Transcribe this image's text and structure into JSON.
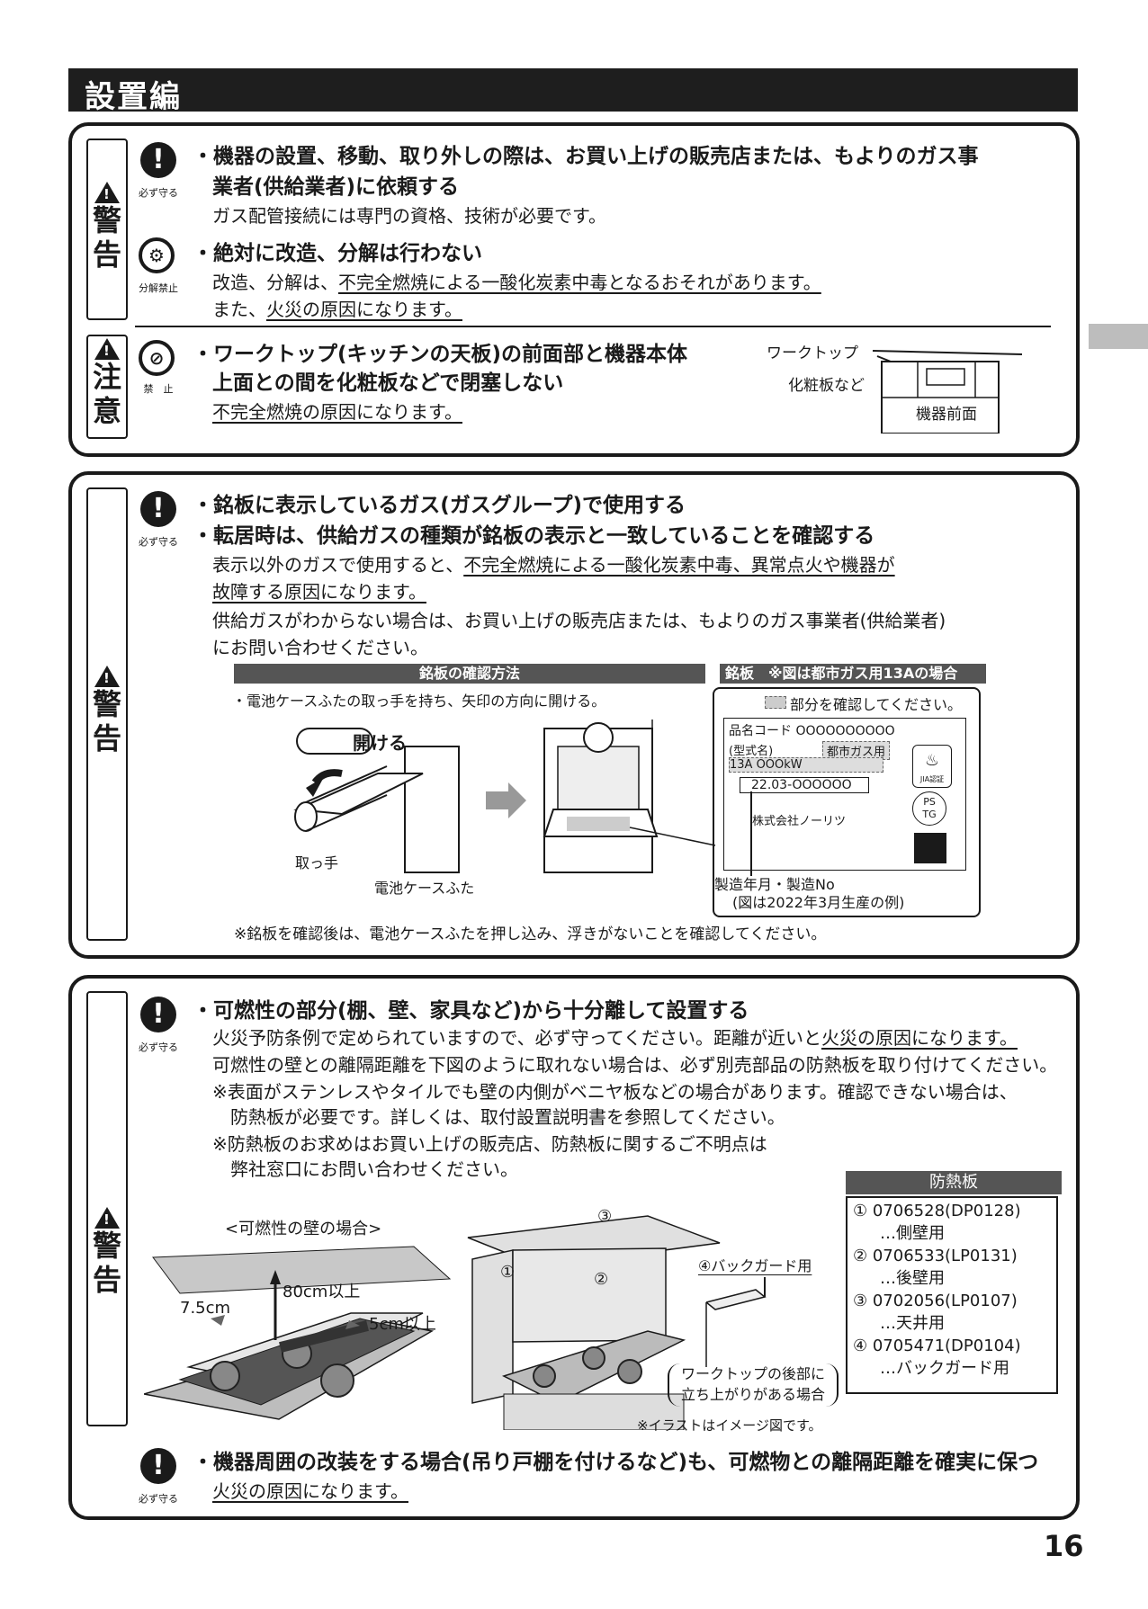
{
  "header": {
    "title": "設置編"
  },
  "page_number": "16",
  "box1": {
    "tag_warning": [
      "警",
      "告"
    ],
    "tag_caution": [
      "注",
      "意"
    ],
    "icon_must_label": "必ず守る",
    "icon_nodisassemble_label": "分解禁止",
    "icon_prohibit_label": "禁　止",
    "item1_title_l1": "・機器の設置、移動、取り外しの際は、お買い上げの販売店または、もよりのガス事",
    "item1_title_l2": "業者(供給業者)に依頼する",
    "item1_body": "ガス配管接続には専門の資格、技術が必要です。",
    "item2_title": "・絶対に改造、分解は行わない",
    "item2_body_l1_a": "改造、分解は、",
    "item2_body_l1_b": "不完全燃焼による一酸化炭素中毒となるおそれがあります。",
    "item2_body_l2_a": "また、",
    "item2_body_l2_b": "火災の原因になります。",
    "item3_title_l1": "・ワークトップ(キッチンの天板)の前面部と機器本体",
    "item3_title_l2": "上面との間を化粧板などで閉塞しない",
    "item3_body": "不完全燃焼の原因になります。",
    "fig_worktop": "ワークトップ",
    "fig_panel": "化粧板など",
    "fig_front": "機器前面"
  },
  "box2": {
    "tag": [
      "警",
      "告"
    ],
    "icon_label": "必ず守る",
    "title_l1": "・銘板に表示しているガス(ガスグループ)で使用する",
    "title_l2": "・転居時は、供給ガスの種類が銘板の表示と一致していることを確認する",
    "body_l1_a": "表示以外のガスで使用すると、",
    "body_l1_b": "不完全燃焼による一酸化炭素中毒、異常点火や機器が",
    "body_l2": "故障する原因になります。",
    "body_l3": "供給ガスがわからない場合は、お買い上げの販売店または、もよりのガス事業者(供給業者)",
    "body_l4": "にお問い合わせください。",
    "method_bar": "銘板の確認方法",
    "method_text": "・電池ケースふたの取っ手を持ち、矢印の方向に開ける。",
    "open_label": "開ける",
    "handle_label": "取っ手",
    "lid_label": "電池ケースふた",
    "plate_bar": "銘板　※図は都市ガス用13Aの場合",
    "plate_check": "部分を確認してください。",
    "plate_code": "品名コード OOOOOOOOOO",
    "plate_model": "(型式名)",
    "plate_city": "都市ガス用",
    "plate_13a": "13A OOOkW",
    "plate_serial": "22.03-OOOOOO",
    "plate_company": "株式会社ノーリツ",
    "plate_jia": "JIA認証",
    "plate_ps": "PS",
    "plate_tg": "TG",
    "plate_date_l1": "製造年月・製造No",
    "plate_date_l2": "(図は2022年3月生産の例)",
    "note": "※銘板を確認後は、電池ケースふたを押し込み、浮きがないことを確認してください。"
  },
  "box3": {
    "tag": [
      "警",
      "告"
    ],
    "icon_label": "必ず守る",
    "title": "・可燃性の部分(棚、壁、家具など)から十分離して設置する",
    "body_l1_a": "火災予防条例で定められていますので、必ず守ってください。距離が近いと",
    "body_l1_b": "火災の原因になります。",
    "body_l2": "可燃性の壁との離隔距離を下図のように取れない場合は、必ず別売部品の防熱板を取り付けてください。",
    "body_l3": "※表面がステンレスやタイルでも壁の内側がベニヤ板などの場合があります。確認できない場合は、",
    "body_l4": "防熱板が必要です。詳しくは、取付設置説明書を参照してください。",
    "body_l5": "※防熱板のお求めはお買い上げの販売店、防熱板に関するご不明点は",
    "body_l6": "弊社窓口にお問い合わせください。",
    "wall_caption": "<可燃性の壁の場合>",
    "dim_80": "80cm以上",
    "dim_75": "7.5cm",
    "dim_5": "5cm以上",
    "num1": "①",
    "num2": "②",
    "num3": "③",
    "backguard": "④バックガード用",
    "rise_l1": "ワークトップの後部に",
    "rise_l2": "立ち上がりがある場合",
    "illust_note": "※イラストはイメージ図です。",
    "plate_title": "防熱板",
    "plates": [
      {
        "code": "① 0706528(DP0128)",
        "use": "…側壁用"
      },
      {
        "code": "② 0706533(LP0131)",
        "use": "…後壁用"
      },
      {
        "code": "③ 0702056(LP0107)",
        "use": "…天井用"
      },
      {
        "code": "④ 0705471(DP0104)",
        "use": "…バックガード用"
      }
    ],
    "item2_title": "・機器周囲の改装をする場合(吊り戸棚を付けるなど)も、可燃物との離隔距離を確実に保つ",
    "item2_body": "火災の原因になります。",
    "icon2_label": "必ず守る"
  }
}
